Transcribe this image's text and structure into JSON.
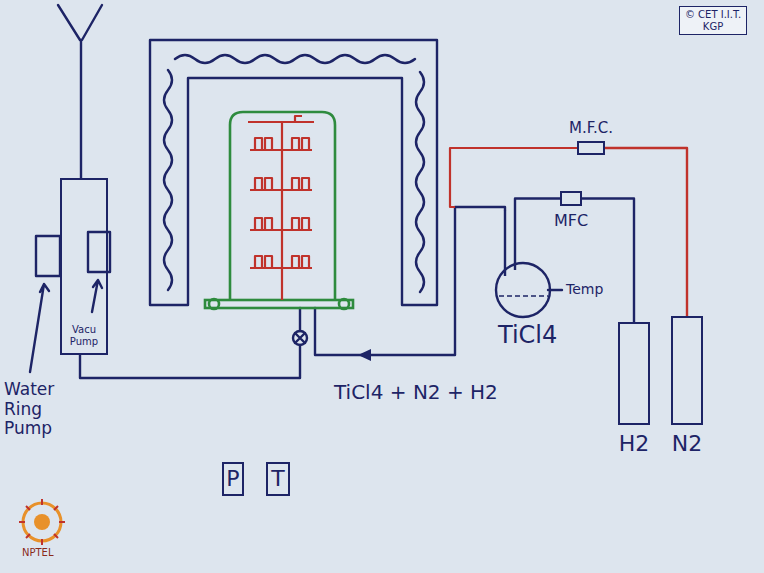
{
  "diagram": {
    "nodes": [
      {
        "text": [
          "Vacu Pump"
        ]
      },
      {
        "text": [
          "M.F.C."
        ]
      },
      {
        "text": [
          "MFC"
        ]
      },
      {
        "text": [
          "TiCl4"
        ]
      },
      {
        "text": [
          "H2"
        ]
      },
      {
        "text": [
          "N2"
        ]
      },
      {
        "text": [
          "P"
        ]
      },
      {
        "text": [
          "T"
        ]
      }
    ],
    "edges": [
      {
        "from": 5,
        "to": 1,
        "arrow": "none"
      },
      {
        "from": 4,
        "to": 2,
        "arrow": "none"
      },
      {
        "from": 2,
        "to": 3,
        "arrow": "none"
      }
    ],
    "labels": [
      "© CET I.I.T. KGP",
      "Water Ring Pump",
      "Temp",
      "TiCl4 + N2 + H2",
      "NPTEL"
    ]
  }
}
